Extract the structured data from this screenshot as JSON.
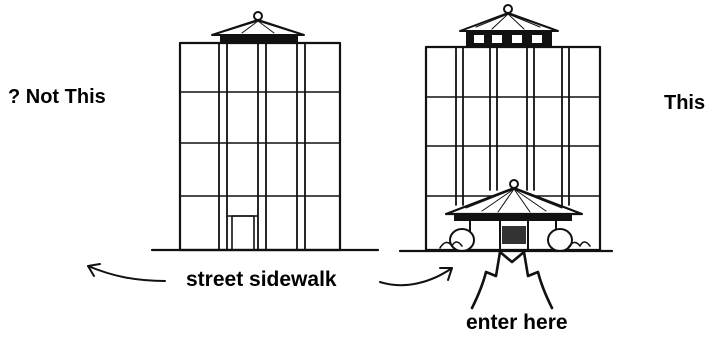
{
  "labels": {
    "not_this": "? Not This",
    "this": "This",
    "street_sidewalk": "street sidewalk",
    "enter_here": "enter here"
  },
  "colors": {
    "ink": "#111111",
    "background": "#ffffff"
  }
}
